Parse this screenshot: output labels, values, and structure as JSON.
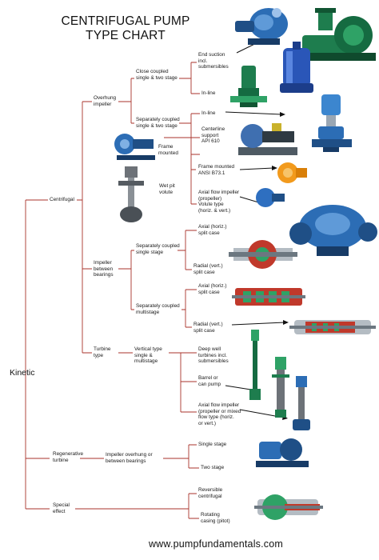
{
  "title": {
    "line1": "CENTRIFUGAL PUMP",
    "line2": "TYPE CHART"
  },
  "root": "Kinetic",
  "centrifugal": {
    "label": "Centrifugal",
    "overhung": {
      "label": "Overhung\nimpeller",
      "close_coupled": "Close coupled\nsingle & two stage",
      "end_suction": "End suction\nincl.\nsubmersibles",
      "inline_1": "In-line",
      "separately_coupled": "Separately coupled\nsingle & two stage",
      "inline_2": "In-line",
      "frame_mounted": "Frame\nmounted",
      "centerline": "Centerline\nsupport\nAPI 610",
      "frame_ansi": "Frame mounted\nANSI B73.1",
      "wet_pit": "Wet pit\nvolute",
      "axial_flow": "Axial flow impeller\n(propeller)\nVolute type\n(horiz. & vert.)"
    },
    "between_bearings": {
      "label": "Impeller\nbetween\nbearings",
      "sep_single": "Separately coupled\nsingle stage",
      "axial_split_1": "Axial (horiz.)\nsplit case",
      "radial_split_1": "Radial (vert.)\nsplit case",
      "sep_multi": "Separately coupled\nmultistage",
      "axial_split_2": "Axial (horiz.)\nsplit case",
      "radial_split_2": "Radial (vert.)\nsplit case"
    },
    "turbine": {
      "label": "Turbine\ntype",
      "vertical": "Vertical type\nsingle &\nmultistage",
      "deep_well": "Deep well\nturbines incl.\nsubmersibles",
      "barrel": "Barrel or\ncan pump",
      "axial_flow": "Axial flow impeller\n(propeller or mixed\nflow type (horiz.\nor vert.)"
    }
  },
  "regenerative": {
    "label": "Regenerative\nturbine",
    "impeller": "Impeller overhung or\nbetween bearings",
    "single": "Single stage",
    "two": "Two stage"
  },
  "special": {
    "label": "Special\neffect",
    "reversible": "Reversible\ncentrifugal",
    "rotating": "Rotating\ncasing (pitot)"
  },
  "footer_url": "www.pumpfundamentals.com",
  "colors": {
    "tree_line": "#a8332b",
    "pump_blue": "#2c6db5",
    "pump_green": "#1e7d4e",
    "pump_orange": "#f29a1c",
    "pump_red": "#c0392b"
  }
}
